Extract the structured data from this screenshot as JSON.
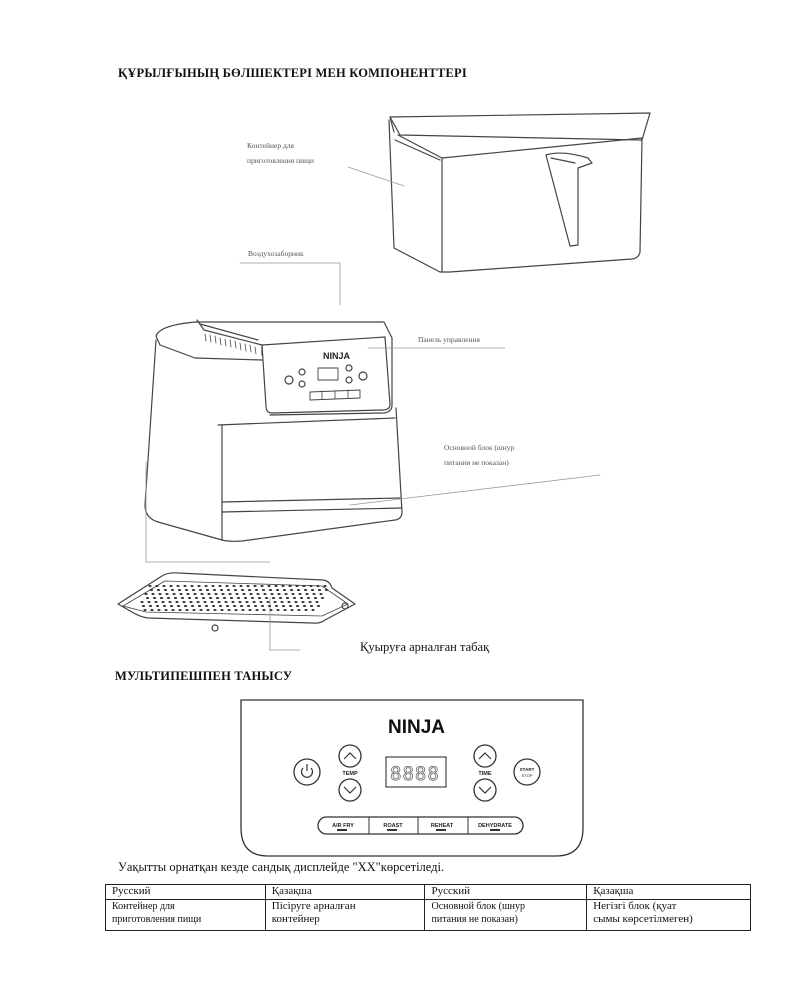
{
  "section1_title": "ҚҰРЫЛҒЫНЫҢ  БӨЛШЕКТЕРІ МЕН КОМПОНЕНТТЕРІ",
  "labels": {
    "container_line1": "Контейнер для",
    "container_line2": "приготовления пищи",
    "air_intake": "Воздухозаборник",
    "control_panel": "Панель управления",
    "main_unit_line1": "Основной блок (шнур",
    "main_unit_line2": "питания не показан)",
    "fry_tray": "Қуыруға арналған табақ"
  },
  "section2_title": "МУЛЬТИПЕШПЕН ТАНЫСУ",
  "panel": {
    "brand": "NINJA",
    "display": "8888",
    "temp": "TEMP",
    "time": "TIME",
    "start_line1": "START",
    "start_line2": "STOP",
    "modes": [
      "AIR FRY",
      "ROAST",
      "REHEAT",
      "DEHYDRATE"
    ]
  },
  "small_panel": {
    "brand": "NINJA"
  },
  "note": "Уақытты орнатқан кезде сандық дисплейде \"XX\"көрсетіледі.",
  "table": {
    "headers": [
      "Русский",
      "Қазақша",
      "Русский",
      "Қазақша"
    ],
    "row": {
      "c1_line1": "Контейнер для",
      "c1_line2": "приготовления пищи",
      "c2_line1": "Пісіруге арналған",
      "c2_line2": "контейнер",
      "c3_line1": "Основной блок (шнур",
      "c3_line2": "питания не показан)",
      "c4_line1": "Негізгі блок (қуат",
      "c4_line2": "сымы көрсетілмеген)"
    }
  }
}
